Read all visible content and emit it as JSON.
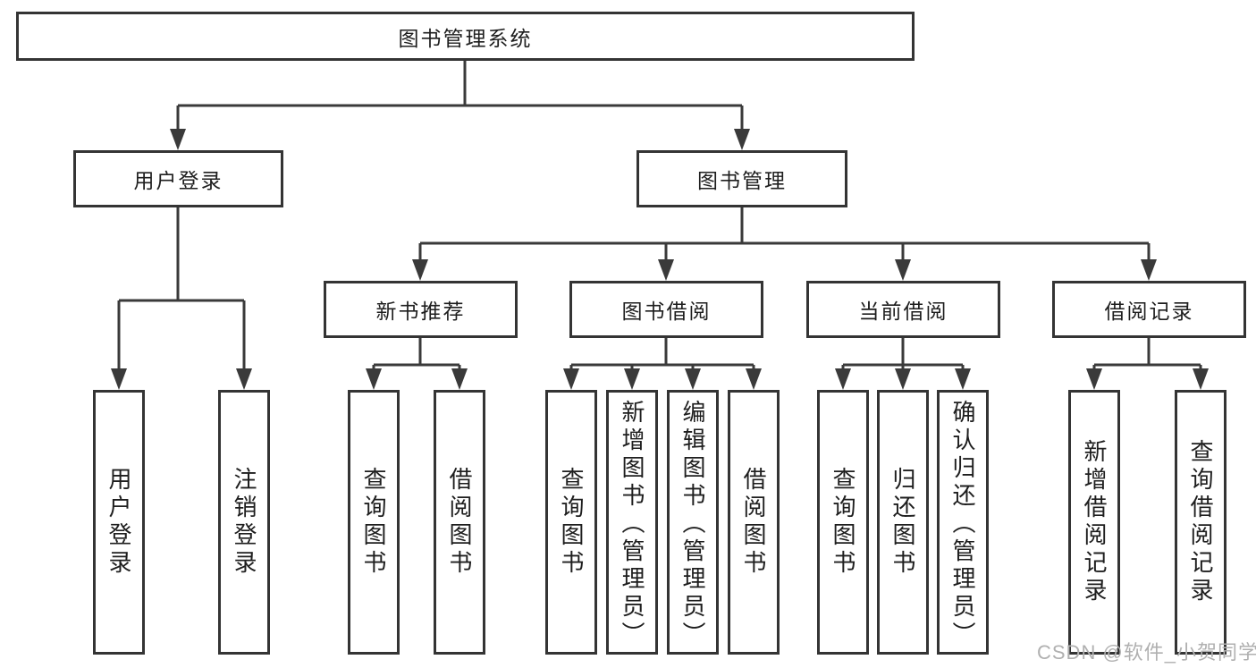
{
  "tree": {
    "root": "图书管理系统",
    "l2": [
      {
        "label": "用户登录",
        "children": [
          {
            "label": "用户登录"
          },
          {
            "label": "注销登录"
          }
        ]
      },
      {
        "label": "图书管理",
        "children": [
          {
            "label": "新书推荐",
            "children": [
              {
                "label": "查询图书"
              },
              {
                "label": "借阅图书"
              }
            ]
          },
          {
            "label": "图书借阅",
            "children": [
              {
                "label": "查询图书"
              },
              {
                "label": "新增图书（管理员）"
              },
              {
                "label": "编辑图书（管理员）"
              },
              {
                "label": "借阅图书"
              }
            ]
          },
          {
            "label": "当前借阅",
            "children": [
              {
                "label": "查询图书"
              },
              {
                "label": "归还图书"
              },
              {
                "label": "确认归还（管理员）"
              }
            ]
          },
          {
            "label": "借阅记录",
            "children": [
              {
                "label": "新增借阅记录"
              },
              {
                "label": "查询借阅记录"
              }
            ]
          }
        ]
      }
    ]
  },
  "watermark": "CSDN @软件_小贺同学",
  "colors": {
    "background": "#ffffff",
    "box_fill": "#ffffff",
    "box_border": "#343434",
    "line": "#3a3a3a",
    "text": "#1e1e1e",
    "watermark": "#b0b0b0"
  }
}
